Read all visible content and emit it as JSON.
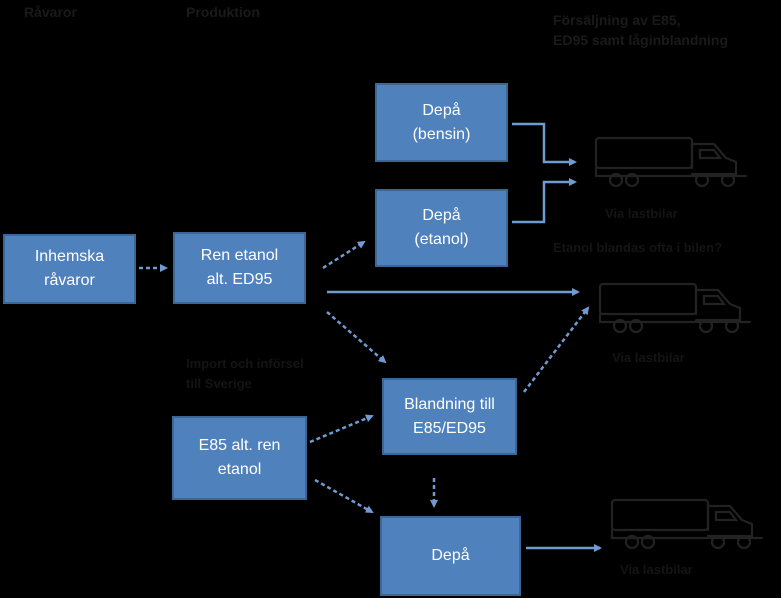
{
  "headers": {
    "raw_materials": "Råvaror",
    "production": "Produktion",
    "sales": "Försäljning av E85,\nED95 samt låginblandning"
  },
  "boxes": {
    "domestic": "Inhemska\nråvaror",
    "pure_ethanol": "Ren etanol\nalt. ED95",
    "depot_gasoline": "Depå\n(bensin)",
    "depot_ethanol": "Depå\n(etanol)",
    "blending": "Blandning till\nE85/ED95",
    "e85_import": "E85 alt. ren\netanol",
    "depot": "Depå"
  },
  "captions": {
    "import": "Import och införsel\ntill Sverige",
    "via_trucks_1": "Via lastbilar",
    "blend_note": "Etanol blandas ofta i bilen?",
    "via_trucks_2": "Via lastbilar",
    "via_trucks_3": "Via lastbilar"
  },
  "colors": {
    "box_fill": "#4f81bd",
    "arrow": "#6f9bd0",
    "background": "#000000"
  },
  "icons": [
    "truck-icon",
    "truck-icon",
    "truck-icon"
  ]
}
